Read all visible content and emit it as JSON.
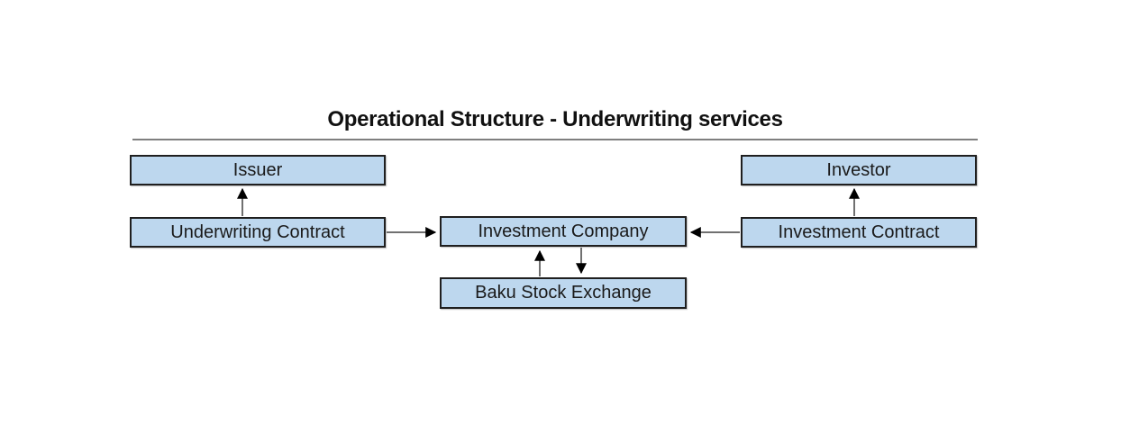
{
  "diagram": {
    "title": "Operational Structure - Underwriting services",
    "nodes": {
      "issuer": {
        "label": "Issuer"
      },
      "underwriting_contract": {
        "label": "Underwriting Contract"
      },
      "investment_company": {
        "label": "Investment Company"
      },
      "baku_stock_exchange": {
        "label": "Baku Stock Exchange"
      },
      "investor": {
        "label": "Investor"
      },
      "investment_contract": {
        "label": "Investment Contract"
      }
    },
    "edges": [
      {
        "from": "underwriting_contract",
        "to": "issuer",
        "direction": "up"
      },
      {
        "from": "underwriting_contract",
        "to": "investment_company",
        "direction": "right"
      },
      {
        "from": "investment_contract",
        "to": "investment_company",
        "direction": "left"
      },
      {
        "from": "investment_contract",
        "to": "investor",
        "direction": "up"
      },
      {
        "from": "baku_stock_exchange",
        "to": "investment_company",
        "direction": "up"
      },
      {
        "from": "investment_company",
        "to": "baku_stock_exchange",
        "direction": "down"
      }
    ],
    "colors": {
      "box_fill": "#BDD7EE",
      "box_border": "#1f1f1f",
      "arrow_line": "#404040",
      "arrowhead": "#000000",
      "title_rule": "#7f7f7f",
      "title_text": "#111111"
    }
  }
}
